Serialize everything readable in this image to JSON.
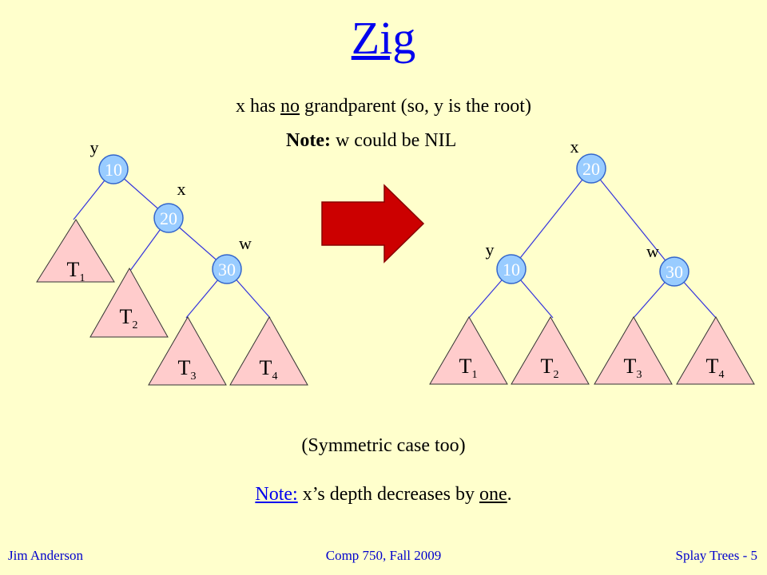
{
  "title": "Zig",
  "subtitle": {
    "part1": "x has ",
    "underlined": "no",
    "part2": " grandparent (so, y is the root)"
  },
  "note1": {
    "bold": "Note:",
    "text": " w could be NIL"
  },
  "symmetric": "(Symmetric case too)",
  "note2": {
    "label": "Note:",
    "part1": " x’s depth decreases by ",
    "underlined": "one",
    "part2": "."
  },
  "footer": {
    "left": "Jim Anderson",
    "center": "Comp 750, Fall 2009",
    "right": "Splay Trees - 5"
  },
  "before": {
    "nodes": [
      {
        "key": "10",
        "var": "y"
      },
      {
        "key": "20",
        "var": "x"
      },
      {
        "key": "30",
        "var": "w"
      }
    ],
    "subtrees": [
      {
        "letter": "T",
        "sub": "1"
      },
      {
        "letter": "T",
        "sub": "2"
      },
      {
        "letter": "T",
        "sub": "3"
      },
      {
        "letter": "T",
        "sub": "4"
      }
    ]
  },
  "after": {
    "nodes": [
      {
        "key": "20",
        "var": "x"
      },
      {
        "key": "10",
        "var": "y"
      },
      {
        "key": "30",
        "var": "w"
      }
    ],
    "subtrees": [
      {
        "letter": "T",
        "sub": "1"
      },
      {
        "letter": "T",
        "sub": "2"
      },
      {
        "letter": "T",
        "sub": "3"
      },
      {
        "letter": "T",
        "sub": "4"
      }
    ]
  },
  "colors": {
    "background": "#ffffcc",
    "node_fill": "#99ccff",
    "subtree_fill": "#ffcccc",
    "arrow_fill": "#cc0000",
    "link": "#0000ee"
  }
}
